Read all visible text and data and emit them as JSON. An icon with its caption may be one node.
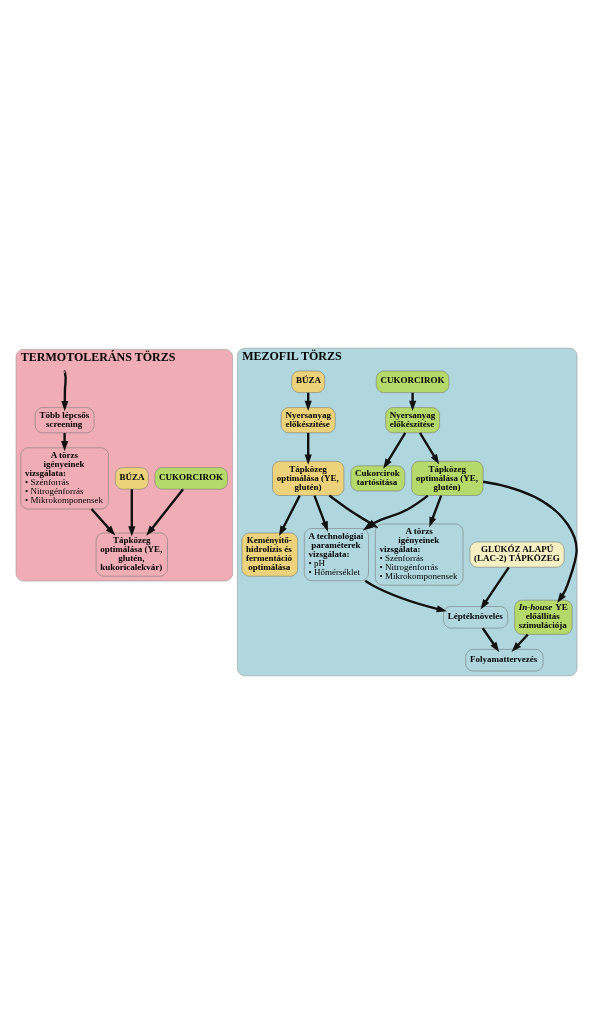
{
  "diagram": {
    "nodes": [
      {
        "text": [
          "TERMOTOLERÁNS TÖRZS"
        ]
      },
      {
        "text": [
          "Több lépcsős screening"
        ],
        "in": 0
      },
      {
        "text": [
          "A törzs igényeinek vizsgálata:",
          "• Szénforrás",
          "• Nitrogénforrás",
          "• Mikrokomponensek"
        ],
        "in": 0
      },
      {
        "text": [
          "CUKORCIROK"
        ],
        "in": 0
      },
      {
        "text": [
          "Tápközeg optimálása (YE, glutén, kukoricalekvár)"
        ],
        "in": 0
      },
      {
        "text": [
          "BÚZA"
        ],
        "in": 0
      },
      {
        "text": [
          "MEZOFIL TÖRZS"
        ]
      },
      {
        "text": [
          "CUKORCIROK"
        ],
        "in": 6
      },
      {
        "text": [
          "Nyersanyag előkészítése"
        ],
        "in": 6
      },
      {
        "text": [
          "Tápközeg optimálása (YE, glutén)"
        ],
        "in": 6
      },
      {
        "text": [
          "*In-house* YE előállítás szimulációja"
        ],
        "in": 6
      },
      {
        "text": [
          "Cukorcirok tartósítása"
        ],
        "in": 6
      },
      {
        "text": [
          "A törzs igényeinek vizsgálata:",
          "• Szénforrás",
          "• Nitrogénforrás",
          "• Mikrokomponensek"
        ],
        "in": 6
      },
      {
        "text": [
          "A technológiai paraméterek vizsgálata:",
          "• pH",
          "• Hőmérséklet"
        ],
        "in": 6
      },
      {
        "text": [
          "Léptéknövelés"
        ],
        "in": 6
      },
      {
        "text": [
          "Folyamattervezés"
        ],
        "in": 6
      },
      {
        "text": [
          "BÚZA"
        ],
        "in": 6
      },
      {
        "text": [
          "Nyersanyag előkészítése"
        ],
        "in": 6
      },
      {
        "text": [
          "Tápközeg optimálása (YE, glutén)"
        ],
        "in": 6
      },
      {
        "text": [
          "Keményítő-hidrolízis és fermentáció optimálása"
        ],
        "in": 6
      },
      {
        "text": [
          "GLÜKÓZ ALAPÚ (LAC-2) TÁPKÖZEG"
        ],
        "in": 6
      }
    ],
    "edges": [
      {
        "from": 0,
        "to": 1,
        "arrow": "to"
      },
      {
        "from": 1,
        "to": 2,
        "arrow": "to"
      },
      {
        "from": 2,
        "to": 4,
        "arrow": "to"
      },
      {
        "from": 3,
        "to": 4,
        "arrow": "to"
      },
      {
        "from": 5,
        "to": 4,
        "arrow": "to"
      },
      {
        "from": 7,
        "to": 8,
        "arrow": "to"
      },
      {
        "from": 8,
        "to": 9,
        "arrow": "to"
      },
      {
        "from": 9,
        "to": 10,
        "arrow": "to"
      },
      {
        "from": 8,
        "to": 11,
        "arrow": "to"
      },
      {
        "from": 9,
        "to": 12,
        "arrow": "to"
      },
      {
        "from": 9,
        "to": 13,
        "arrow": "to"
      },
      {
        "from": 10,
        "to": 15,
        "arrow": "to"
      },
      {
        "from": 13,
        "to": 14,
        "arrow": "to"
      },
      {
        "from": 14,
        "to": 15,
        "arrow": "to"
      },
      {
        "from": 16,
        "to": 17,
        "arrow": "to"
      },
      {
        "from": 17,
        "to": 18,
        "arrow": "to"
      },
      {
        "from": 18,
        "to": 19,
        "arrow": "to"
      },
      {
        "from": 18,
        "to": 12,
        "arrow": "to"
      },
      {
        "from": 18,
        "to": 13,
        "arrow": "to"
      },
      {
        "from": 20,
        "to": 14,
        "arrow": "to"
      }
    ]
  }
}
